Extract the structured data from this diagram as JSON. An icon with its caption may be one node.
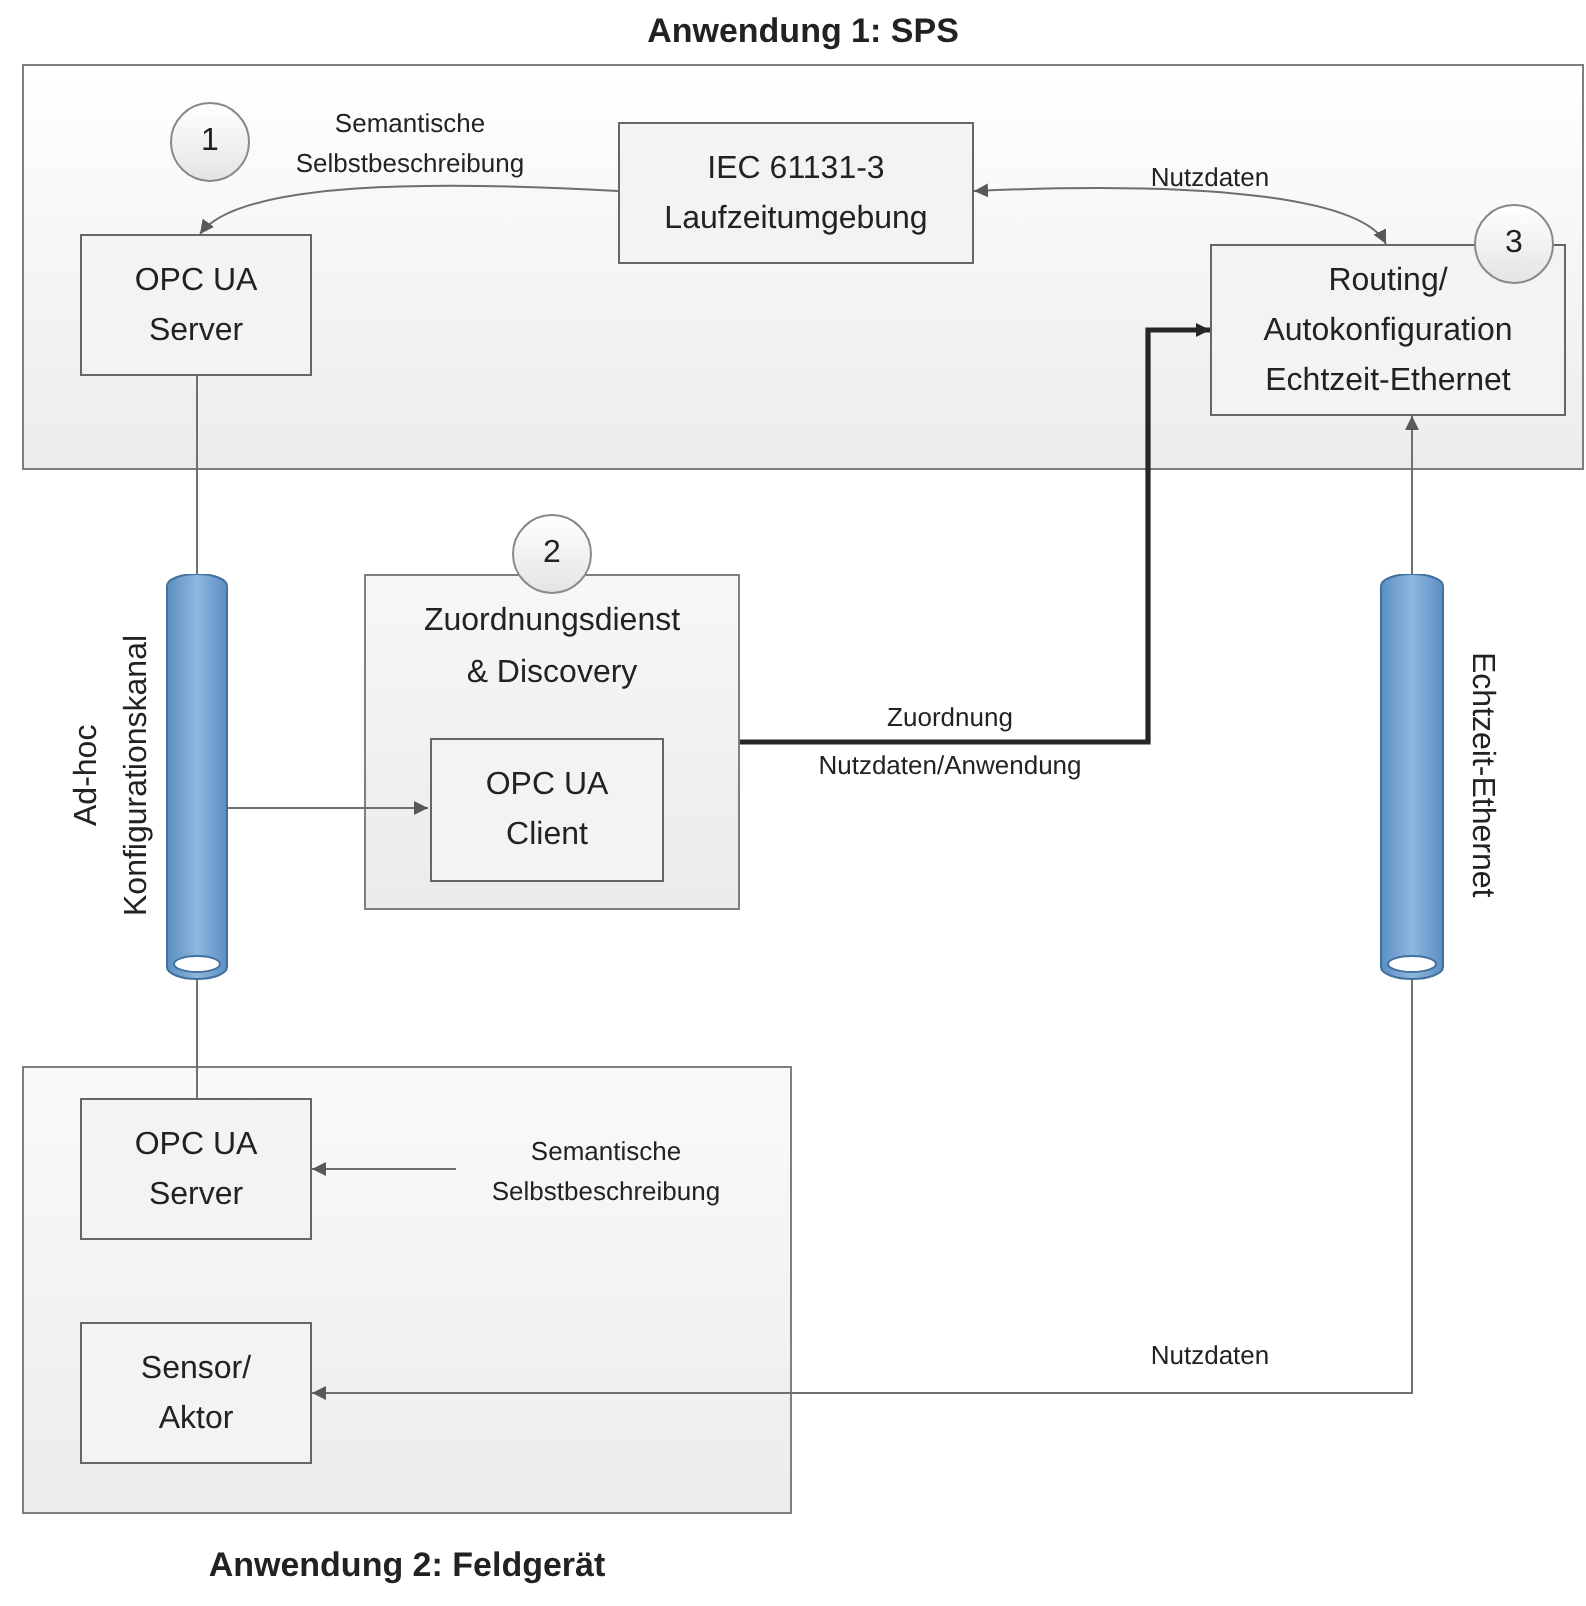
{
  "diagram": {
    "nodes": [
      {
        "text": [
          "Anwendung 1: SPS"
        ]
      },
      {
        "text": [
          "1"
        ],
        "in": 0
      },
      {
        "text": [
          "OPC UA Server"
        ],
        "in": 0
      },
      {
        "text": [
          "IEC 61131-3 Laufzeitumgebung"
        ],
        "in": 0
      },
      {
        "text": [
          "Routing/ Autokonfiguration Echtzeit-Ethernet"
        ],
        "in": 0
      },
      {
        "text": [
          "3"
        ],
        "in": 0
      },
      {
        "text": [],
        "shape": "cylinder",
        "beside": [
          "Ad-hoc Konfigurationskanal"
        ]
      },
      {
        "text": [
          "2"
        ]
      },
      {
        "text": [
          "Zuordnungsdienst & Discovery"
        ]
      },
      {
        "text": [
          "OPC UA Client"
        ],
        "in": 8
      },
      {
        "text": [],
        "shape": "cylinder",
        "beside": [
          "Echtzeit-Ethernet"
        ]
      },
      {
        "text": [
          "Anwendung 2: Feldgerät"
        ]
      },
      {
        "text": [
          "OPC UA Server"
        ],
        "in": 11
      },
      {
        "text": [
          "Sensor/ Aktor"
        ],
        "in": 11
      },
      {
        "text": [
          "Semantische Selbstbeschreibung"
        ],
        "in": 11
      }
    ],
    "edges": [
      {
        "from": 3,
        "to": 2,
        "arrow": "to",
        "label": "Semantische Selbstbeschreibung"
      },
      {
        "from": 3,
        "to": 4,
        "arrow": "both",
        "label": "Nutzdaten"
      },
      {
        "from": 2,
        "to": 6,
        "arrow": "none"
      },
      {
        "from": 6,
        "to": 9,
        "arrow": "to"
      },
      {
        "from": 8,
        "to": 4,
        "arrow": "to",
        "label": "Zuordnung Nutzdaten/Anwendung",
        "style": "thick",
        "color": "#262626"
      },
      {
        "from": 10,
        "to": 4,
        "arrow": "to"
      },
      {
        "from": 6,
        "to": 12,
        "arrow": "none"
      },
      {
        "from": 10,
        "to": 13,
        "arrow": "to",
        "label": "Nutzdaten"
      },
      {
        "from": 14,
        "to": 12,
        "arrow": "to"
      }
    ]
  }
}
